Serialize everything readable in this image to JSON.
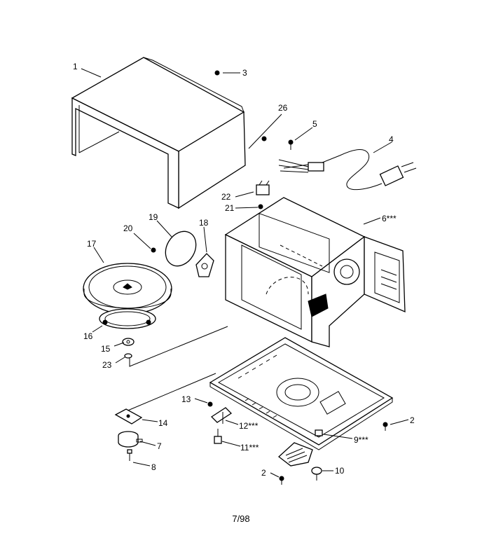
{
  "callouts": [
    {
      "id": "c1",
      "text": "1"
    },
    {
      "id": "c3",
      "text": "3"
    },
    {
      "id": "c26",
      "text": "26"
    },
    {
      "id": "c5",
      "text": "5"
    },
    {
      "id": "c4",
      "text": "4"
    },
    {
      "id": "c22",
      "text": "22"
    },
    {
      "id": "c21",
      "text": "21"
    },
    {
      "id": "c6",
      "text": "6***"
    },
    {
      "id": "c19",
      "text": "19"
    },
    {
      "id": "c18",
      "text": "18"
    },
    {
      "id": "c20",
      "text": "20"
    },
    {
      "id": "c17",
      "text": "17"
    },
    {
      "id": "c16",
      "text": "16"
    },
    {
      "id": "c15",
      "text": "15"
    },
    {
      "id": "c23",
      "text": "23"
    },
    {
      "id": "c13",
      "text": "13"
    },
    {
      "id": "c14",
      "text": "14"
    },
    {
      "id": "c12",
      "text": "12***"
    },
    {
      "id": "c2a",
      "text": "2"
    },
    {
      "id": "c9",
      "text": "9***"
    },
    {
      "id": "c7",
      "text": "7"
    },
    {
      "id": "c11",
      "text": "11***"
    },
    {
      "id": "c8",
      "text": "8"
    },
    {
      "id": "c2b",
      "text": "2"
    },
    {
      "id": "c10",
      "text": "10"
    }
  ],
  "footer": {
    "page": "7/98"
  }
}
